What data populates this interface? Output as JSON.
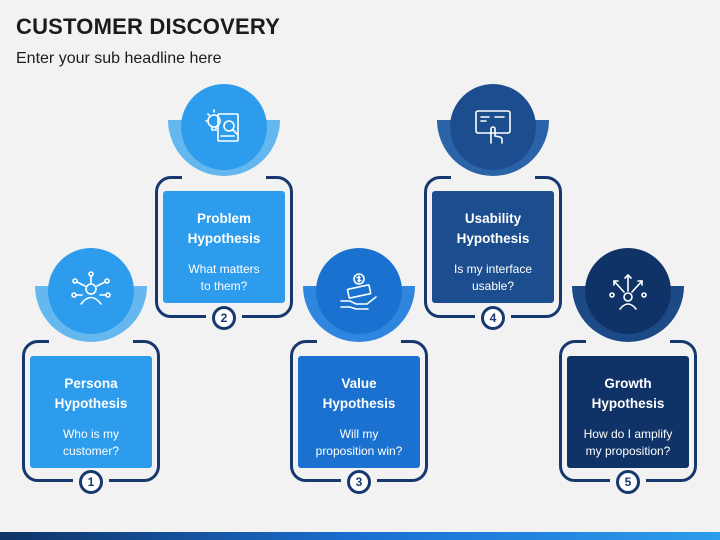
{
  "header": {
    "title": "CUSTOMER DISCOVERY",
    "subtitle": "Enter your sub headline here"
  },
  "steps": [
    {
      "number": "1",
      "title_line1": "Persona",
      "title_line2": "Hypothesis",
      "desc_line1": "Who is my",
      "desc_line2": "customer?",
      "icon": "persona-network-icon",
      "card_color": "#2d9cec",
      "circle_color": "#2d9cec",
      "halo_color": "#64b7ef"
    },
    {
      "number": "2",
      "title_line1": "Problem",
      "title_line2": "Hypothesis",
      "desc_line1": "What matters",
      "desc_line2": "to them?",
      "icon": "problem-lightbulb-icon",
      "card_color": "#2d9cec",
      "circle_color": "#2d9cec",
      "halo_color": "#64b7ef"
    },
    {
      "number": "3",
      "title_line1": "Value",
      "title_line2": "Hypothesis",
      "desc_line1": "Will my",
      "desc_line2": "proposition win?",
      "icon": "value-money-hand-icon",
      "card_color": "#1b71cf",
      "circle_color": "#1b71cf",
      "halo_color": "#2f86de"
    },
    {
      "number": "4",
      "title_line1": "Usability",
      "title_line2": "Hypothesis",
      "desc_line1": "Is my interface",
      "desc_line2": "usable?",
      "icon": "usability-touchscreen-icon",
      "card_color": "#1c4e8f",
      "circle_color": "#1c4e8f",
      "halo_color": "#2b63a8"
    },
    {
      "number": "5",
      "title_line1": "Growth",
      "title_line2": "Hypothesis",
      "desc_line1": "How do I amplify",
      "desc_line2": "my proposition?",
      "icon": "growth-person-arrows-icon",
      "card_color": "#0f3366",
      "circle_color": "#0f3366",
      "halo_color": "#1c4a86"
    }
  ],
  "colors": {
    "frame": "#16386e",
    "background": "#f2f2f2",
    "bottom_bar": "#1a6fd1"
  }
}
